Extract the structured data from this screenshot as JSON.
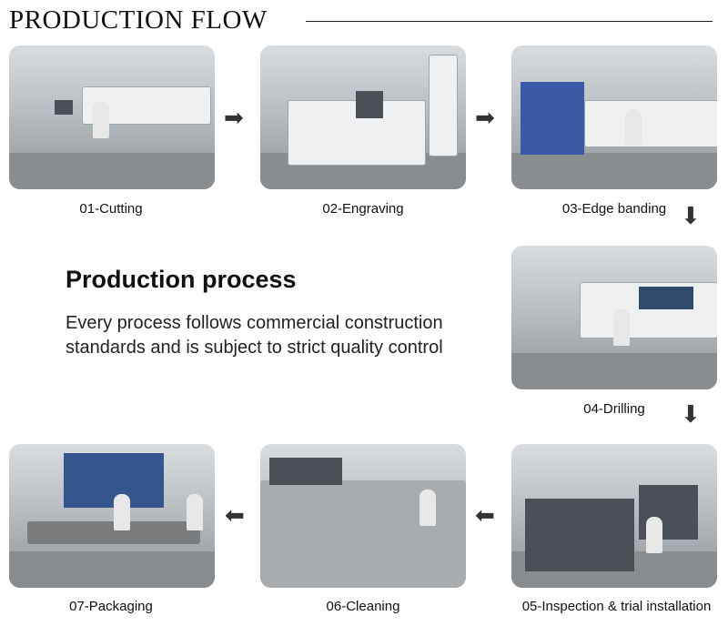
{
  "header": {
    "title": "PRODUCTION FLOW"
  },
  "intro": {
    "heading": "Production process",
    "text": "Every process follows commercial construction standards and is subject to strict quality control"
  },
  "steps": [
    {
      "label": "01-Cutting"
    },
    {
      "label": "02-Engraving"
    },
    {
      "label": "03-Edge banding"
    },
    {
      "label": "04-Drilling"
    },
    {
      "label": "05-Inspection & trial installation"
    },
    {
      "label": "06-Cleaning"
    },
    {
      "label": "07-Packaging"
    }
  ],
  "arrows": {
    "right": "➡",
    "down": "⬇",
    "left": "⬅"
  }
}
